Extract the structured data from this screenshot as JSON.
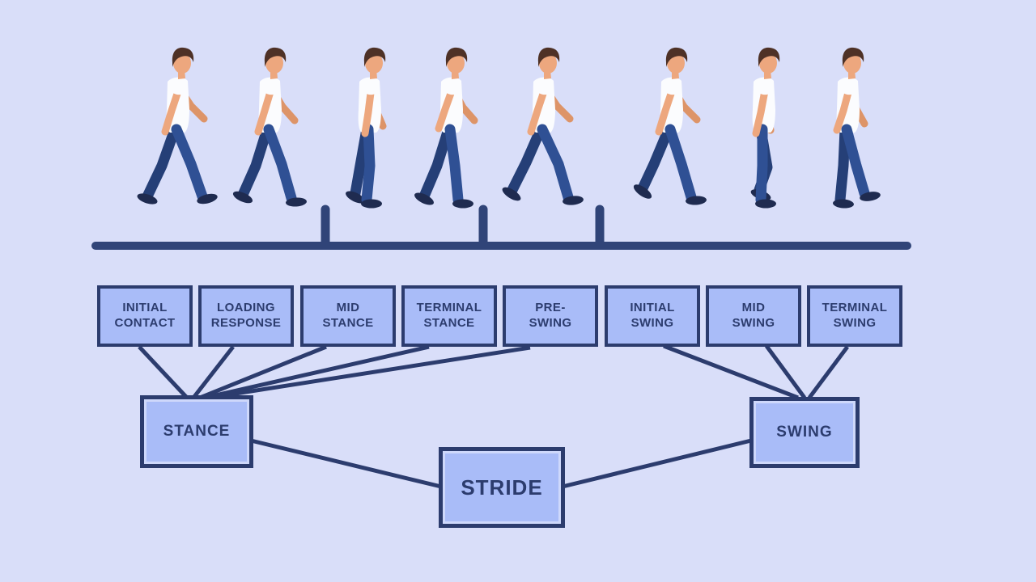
{
  "colors": {
    "background": "#d9def9",
    "box_fill": "#a9bcf8",
    "outline": "#2c3c6e",
    "timeline": "#304478"
  },
  "phases": [
    {
      "id": "initial-contact",
      "label": "INITIAL\nCONTACT"
    },
    {
      "id": "loading-response",
      "label": "LOADING\nRESPONSE"
    },
    {
      "id": "mid-stance",
      "label": "MID\nSTANCE"
    },
    {
      "id": "terminal-stance",
      "label": "TERMINAL\nSTANCE"
    },
    {
      "id": "pre-swing",
      "label": "PRE-\nSWING"
    },
    {
      "id": "initial-swing",
      "label": "INITIAL\nSWING"
    },
    {
      "id": "mid-swing",
      "label": "MID\nSWING"
    },
    {
      "id": "terminal-swing",
      "label": "TERMINAL\nSWING"
    }
  ],
  "groups": {
    "stance_label": "STANCE",
    "swing_label": "SWING",
    "stride_label": "STRIDE"
  },
  "timeline": {
    "tick_count": 3
  },
  "figures": [
    {
      "icon": "walking-man-initial-contact"
    },
    {
      "icon": "walking-man-loading-response"
    },
    {
      "icon": "walking-man-mid-stance"
    },
    {
      "icon": "walking-man-terminal-stance"
    },
    {
      "icon": "walking-man-pre-swing"
    },
    {
      "icon": "walking-man-initial-swing"
    },
    {
      "icon": "walking-man-mid-swing"
    },
    {
      "icon": "walking-man-terminal-swing"
    }
  ]
}
